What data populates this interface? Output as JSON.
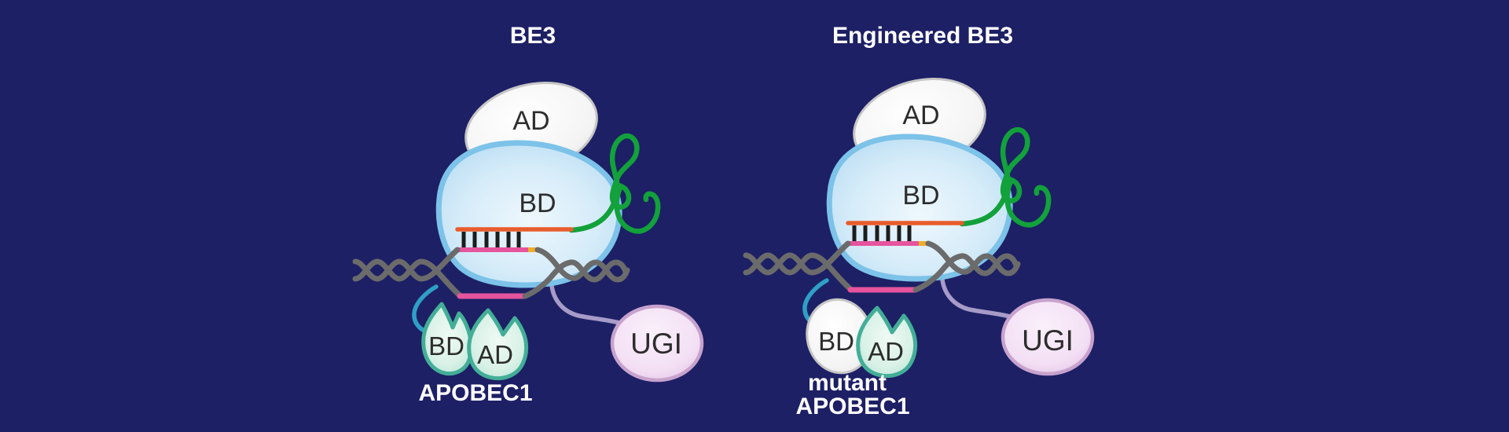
{
  "left": {
    "title": "BE3",
    "ad_label": "AD",
    "bd_label": "BD",
    "apobec_bd_label": "BD",
    "apobec_ad_label": "AD",
    "apobec_caption": "APOBEC1",
    "ugi_label": "UGI"
  },
  "right": {
    "title": "Engineered BE3",
    "ad_label": "AD",
    "bd_label": "BD",
    "apobec_bd_label": "BD",
    "apobec_ad_label": "AD",
    "apobec_caption_line1": "mutant",
    "apobec_caption_line2": "APOBEC1",
    "ugi_label": "UGI"
  },
  "colors": {
    "background": "#1d2065",
    "dna": "#6b6b6b",
    "guide_rna": "#e85c2c",
    "target_strand": "#e6549e",
    "pam": "#f0ad2b",
    "basepair": "#1c1c1c",
    "sgrna": "#12a13b",
    "linker_teal": "#2f9fc6",
    "linker_purple": "#a79bc8",
    "cas9_border": "#7cc2e9",
    "cas9_fill": "#d6ecf9",
    "protein_fill": "#f4f4f4",
    "leaf_border": "#43ae97",
    "leaf_fill": "#d9f1e7",
    "ugi_border": "#c7a2cd",
    "ugi_fill": "#f3dff4",
    "label_dark": "#2d2d2d",
    "label_light": "#ffffff"
  }
}
